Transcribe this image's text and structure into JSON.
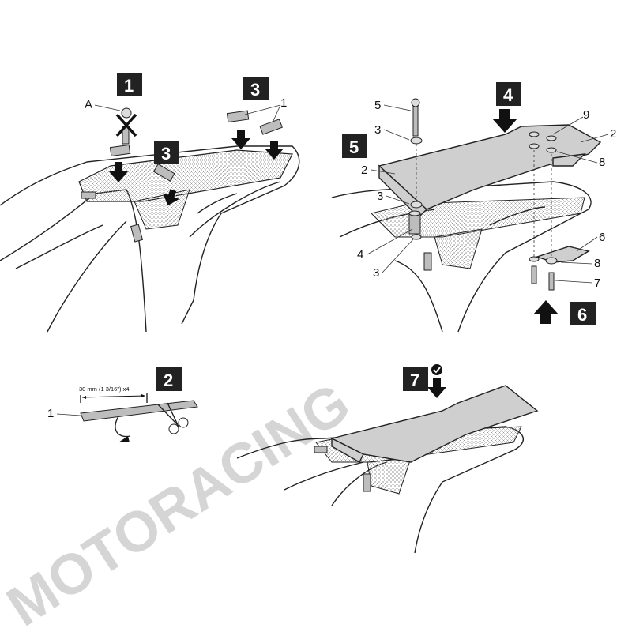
{
  "watermark": "MOTORACING",
  "steps": [
    {
      "number": "1"
    },
    {
      "number": "3"
    },
    {
      "number": "3"
    },
    {
      "number": "4"
    },
    {
      "number": "5"
    },
    {
      "number": "6"
    },
    {
      "number": "2"
    },
    {
      "number": "7"
    }
  ],
  "panel1": {
    "labels": [
      "A",
      "1"
    ]
  },
  "panel2": {
    "label": "1",
    "measurement": "30 mm (1 3/16\") x4"
  },
  "panel3": {
    "labels": [
      "5",
      "3",
      "2",
      "3",
      "4",
      "3",
      "9",
      "2",
      "8",
      "6",
      "8",
      "7"
    ]
  },
  "panel7": {
    "check_icon": "checkmark-icon"
  },
  "colors": {
    "badge": "#222222",
    "plate": "#cfcfcf",
    "watermark": "#c8c8c8"
  }
}
